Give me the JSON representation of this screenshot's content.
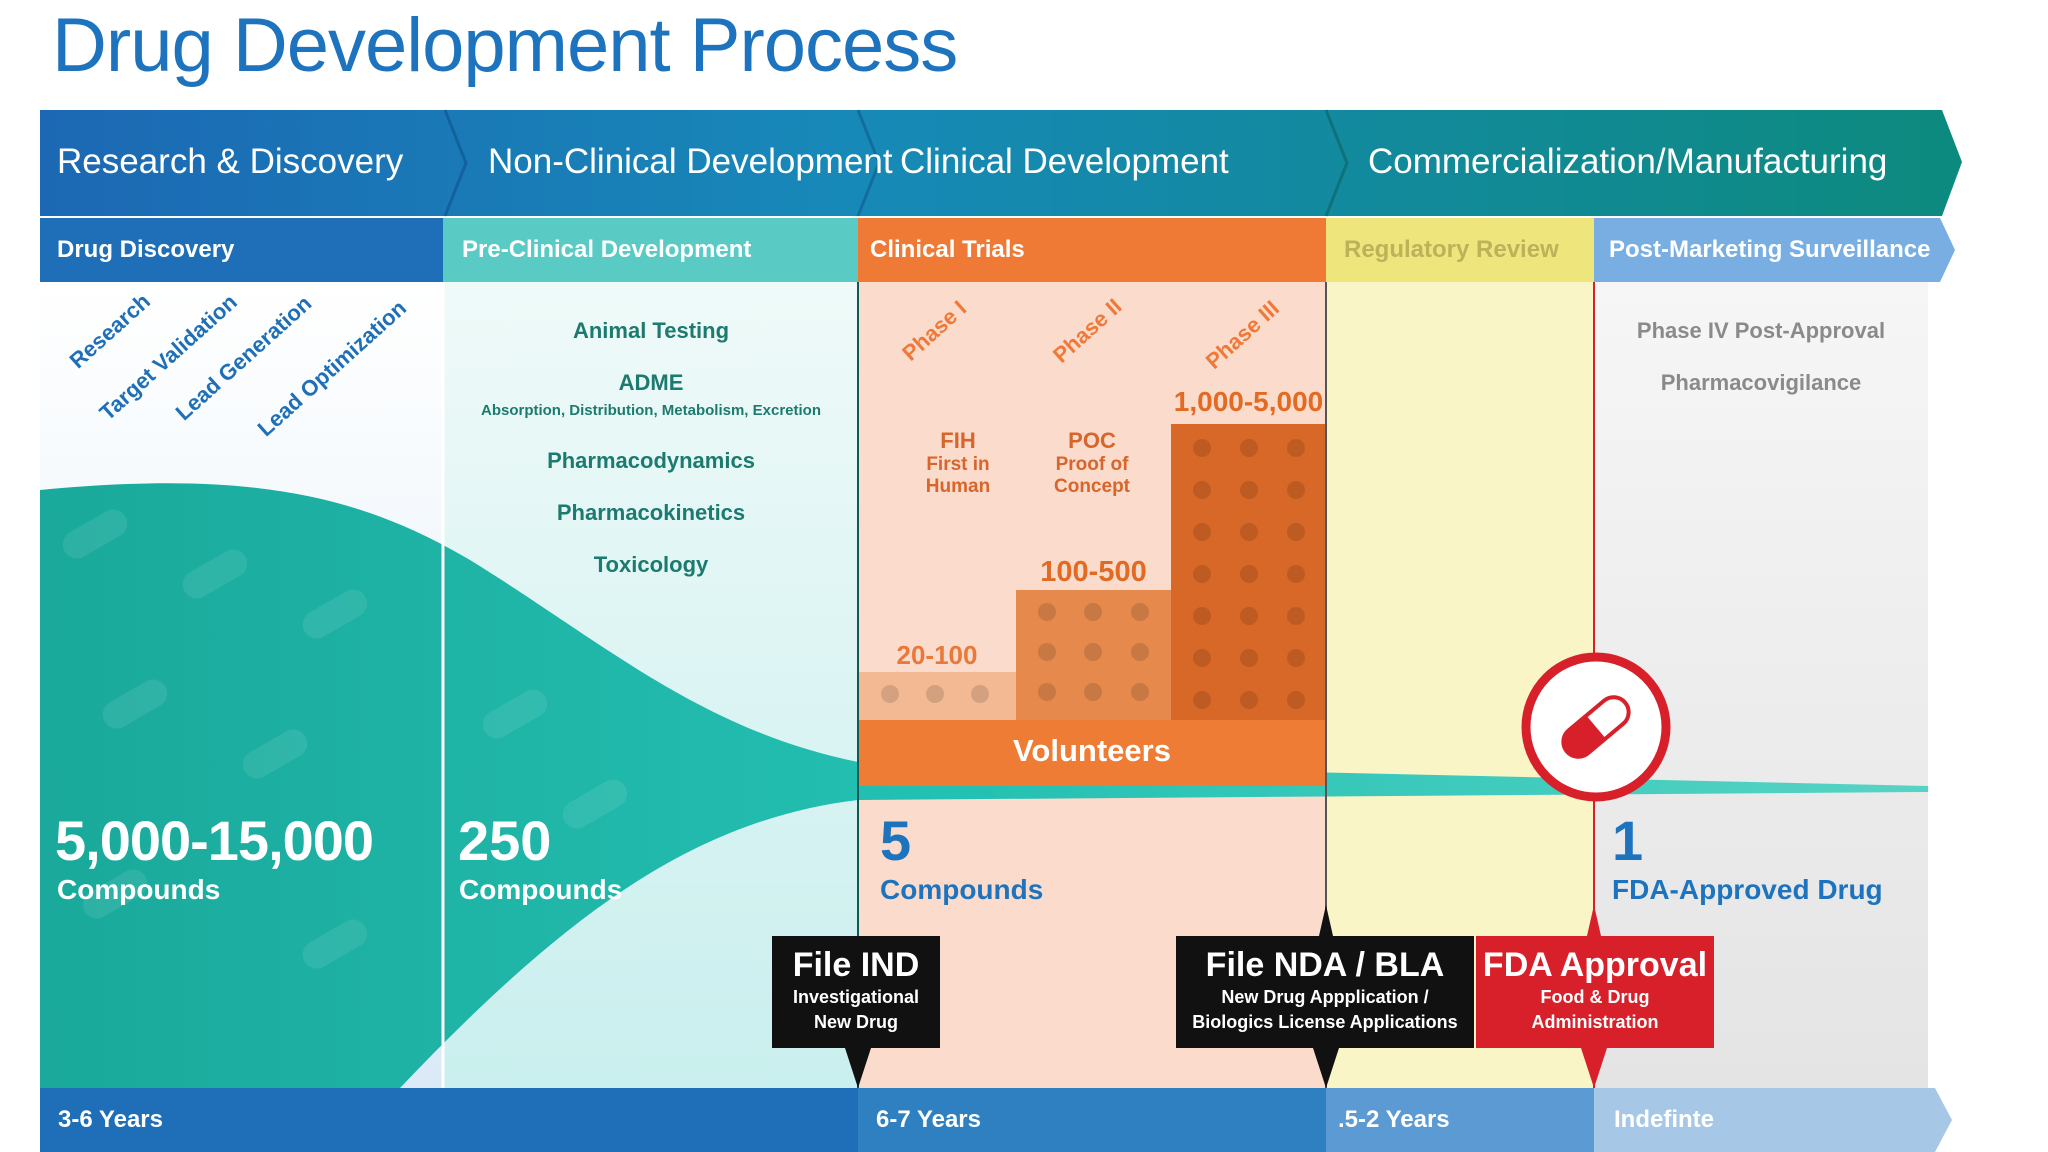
{
  "title": "Drug Development Process",
  "stages": [
    {
      "label": "Research & Discovery"
    },
    {
      "label": "Non-Clinical Development"
    },
    {
      "label": "Clinical Development"
    },
    {
      "label": "Commercialization/Manufacturing"
    }
  ],
  "substages": [
    {
      "label": "Drug Discovery"
    },
    {
      "label": "Pre-Clinical Development"
    },
    {
      "label": "Clinical Trials"
    },
    {
      "label": "Regulatory Review"
    },
    {
      "label": "Post-Marketing Surveillance"
    }
  ],
  "discovery_steps": [
    "Research",
    "Target Validation",
    "Lead Generation",
    "Lead Optimization"
  ],
  "preclinical_items": {
    "animal": "Animal Testing",
    "adme": "ADME",
    "adme_detail": "Absorption, Distribution, Metabolism, Excretion",
    "pd": "Pharmacodynamics",
    "pk": "Pharmacokinetics",
    "tox": "Toxicology"
  },
  "phases": [
    {
      "label": "Phase I",
      "abbr": "FIH",
      "desc1": "First in",
      "desc2": "Human",
      "volunteers": "20-100"
    },
    {
      "label": "Phase II",
      "abbr": "POC",
      "desc1": "Proof of",
      "desc2": "Concept",
      "volunteers": "100-500"
    },
    {
      "label": "Phase III",
      "volunteers": "1,000-5,000"
    }
  ],
  "volunteers_label": "Volunteers",
  "post_marketing_items": [
    "Phase IV Post-Approval",
    "Pharmacovigilance"
  ],
  "counts": [
    {
      "value": "5,000-15,000",
      "label": "Compounds"
    },
    {
      "value": "250",
      "label": "Compounds"
    },
    {
      "value": "5",
      "label": "Compounds"
    },
    {
      "value": "1",
      "label": "FDA-Approved Drug"
    }
  ],
  "milestones": [
    {
      "title": "File IND",
      "line1": "Investigational",
      "line2": "New Drug"
    },
    {
      "title": "File NDA / BLA",
      "line1": "New Drug Appplication /",
      "line2": "Biologics License Applications"
    },
    {
      "title": "FDA Approval",
      "line1": "Food & Drug",
      "line2": "Administration"
    }
  ],
  "durations": [
    "3-6 Years",
    "6-7 Years",
    ".5-2 Years",
    "Indefinte"
  ],
  "colors": {
    "blue": "#1e73be",
    "teal": "#0e8b88",
    "orange": "#f0793a",
    "yellow": "#f2e583",
    "red": "#d8202a"
  }
}
